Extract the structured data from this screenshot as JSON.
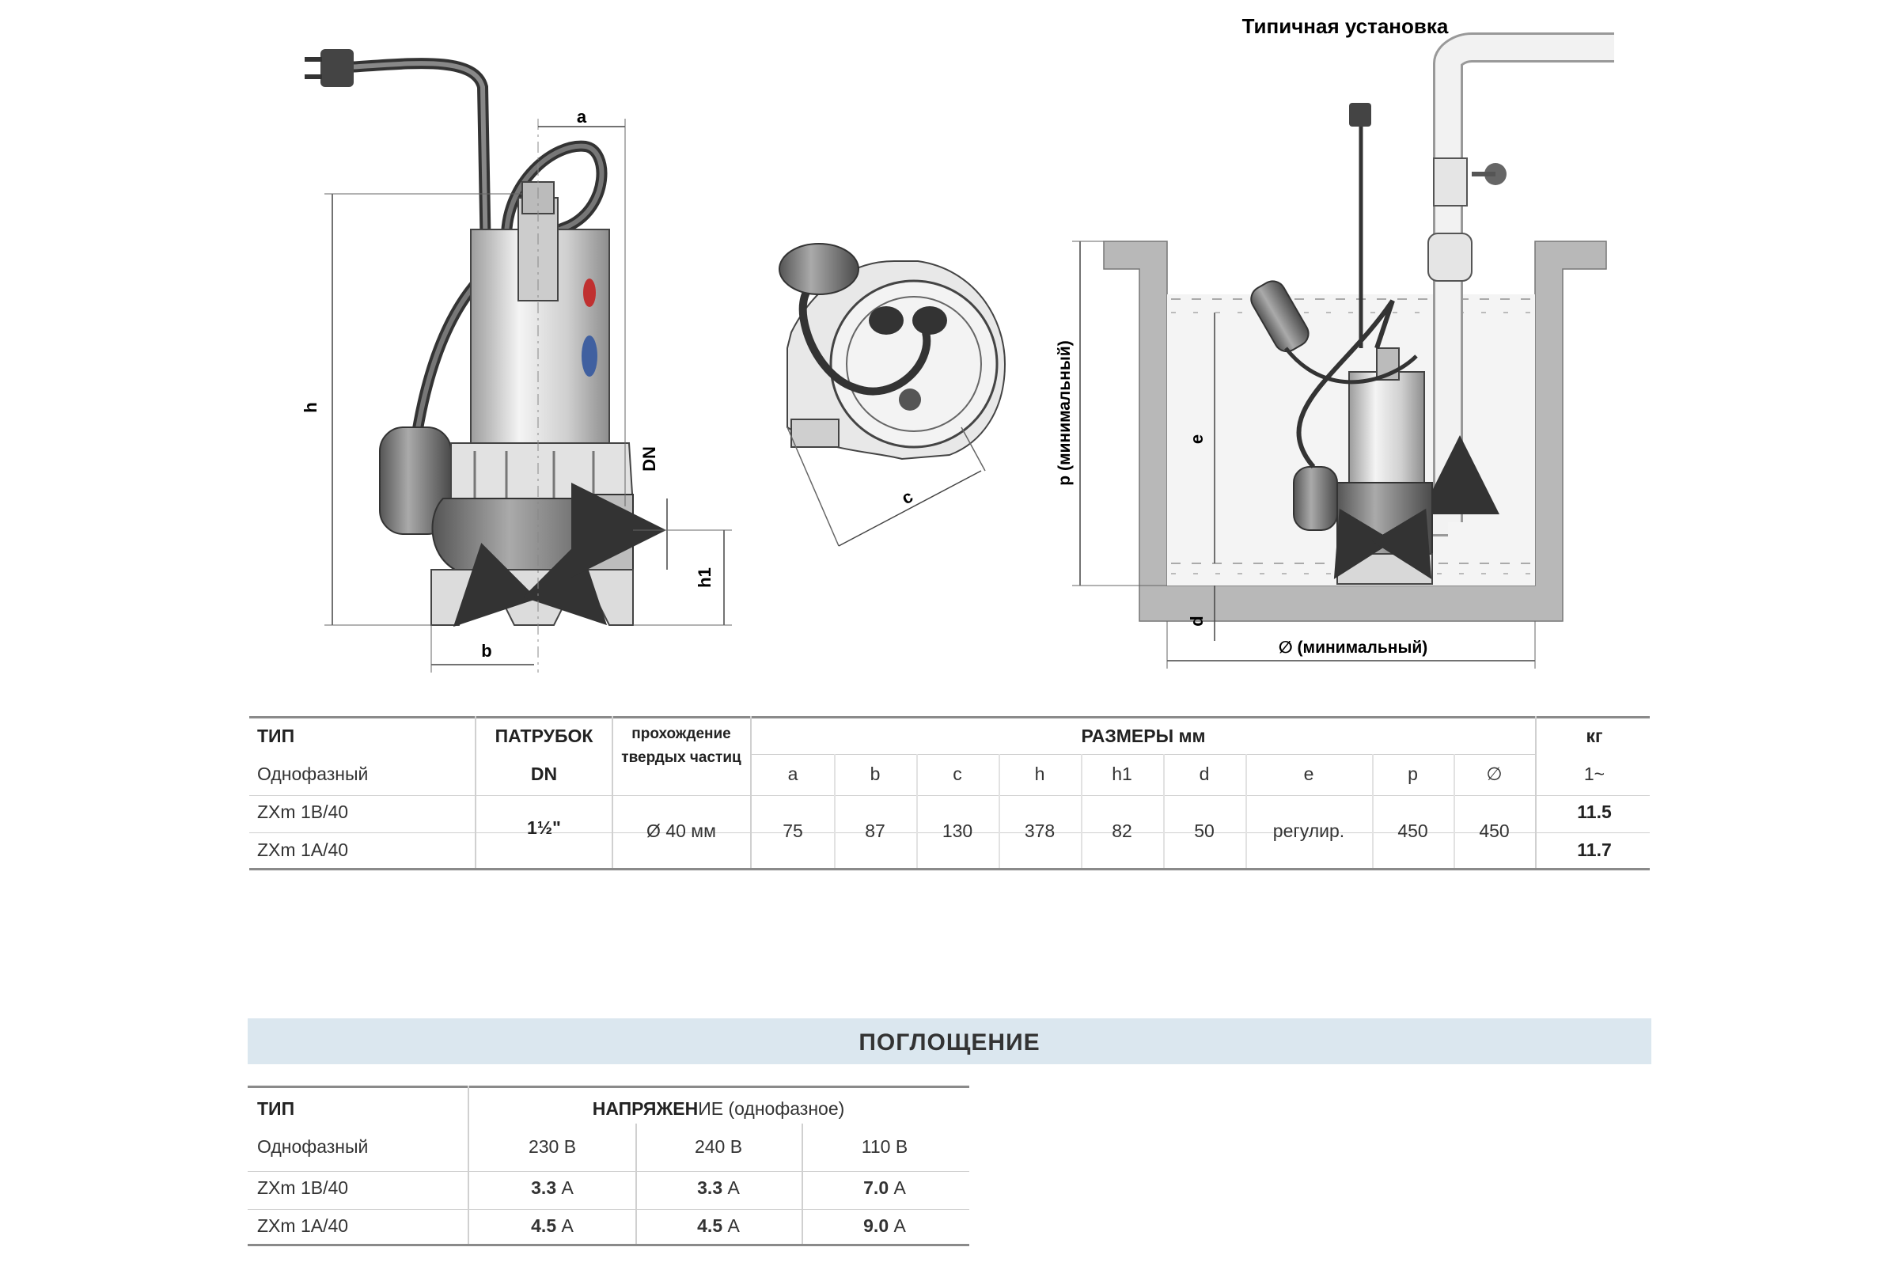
{
  "diagram": {
    "install_title": "Типичная установка",
    "labels": {
      "a": "a",
      "b": "b",
      "c": "c",
      "h": "h",
      "h1": "h1",
      "dn": "DN",
      "e": "e",
      "d": "d",
      "p_min": "p (минимальный)",
      "diam_min": "∅ (минимальный)"
    }
  },
  "dimensions_table": {
    "type_header": "ТИП",
    "type_sub": "Однофазный",
    "outlet_header": "ПАТРУБОК",
    "outlet_sub": "DN",
    "solids_header_1": "прохождение",
    "solids_header_2": "твердых частиц",
    "sizes_header": "РАЗМЕРЫ мм",
    "weight_header": "кг",
    "weight_sub": "1~",
    "columns": [
      "a",
      "b",
      "c",
      "h",
      "h1",
      "d",
      "e",
      "p",
      "∅"
    ],
    "models": [
      "ZXm 1B/40",
      "ZXm 1A/40"
    ],
    "outlet_value": "1½\"",
    "solids_value": "Ø 40 мм",
    "values": [
      "75",
      "87",
      "130",
      "378",
      "82",
      "50",
      "регулир.",
      "450",
      "450"
    ],
    "weights": [
      "11.5",
      "11.7"
    ]
  },
  "absorption": {
    "banner": "ПОГЛОЩЕНИЕ",
    "type_header": "ТИП",
    "type_sub": "Однофазный",
    "voltage_header_bold": "НАПРЯЖЕН",
    "voltage_header_rest": "ИЕ (однофазное)",
    "voltages": [
      "230 В",
      "240 В",
      "110 В"
    ],
    "rows": [
      {
        "model": "ZXm 1B/40",
        "values": [
          "3.3",
          "3.3",
          "7.0"
        ]
      },
      {
        "model": "ZXm 1A/40",
        "values": [
          "4.5",
          "4.5",
          "9.0"
        ]
      }
    ],
    "unit": "А"
  }
}
